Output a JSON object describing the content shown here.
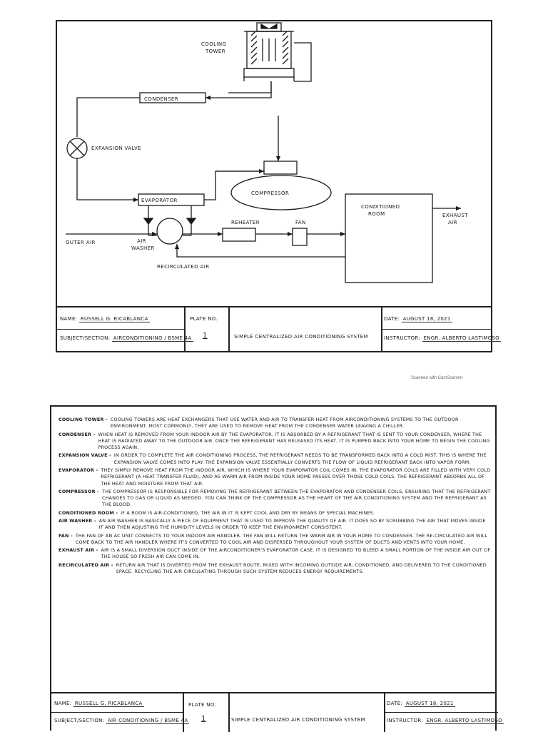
{
  "sheet1": {
    "labels": {
      "cooling_tower_line1": "COOLING",
      "cooling_tower_line2": "TOWER",
      "condenser": "CONDENSER",
      "expansion_valve": "EXPANSION VALVE",
      "evaporator": "EVAPORATOR",
      "compressor": "COMPRESSOR",
      "conditioned_room_line1": "CONDITIONED",
      "conditioned_room_line2": "ROOM",
      "exhaust_air_line1": "EXHAUST",
      "exhaust_air_line2": "AIR",
      "outer_air": "OUTER AIR",
      "air_washer_line1": "AIR",
      "air_washer_line2": "WASHER",
      "reheater": "REHEATER",
      "fan": "FAN",
      "recirculated_air": "RECIRCULATED AIR"
    },
    "title_block": {
      "name_label": "NAME:",
      "name_value": "RUSSELL G. RICABLANCA",
      "subject_label": "SUBJECT/SECTION:",
      "subject_value": "AIRCONDITIONING / BSME 4A",
      "plate_label": "PLATE NO.",
      "plate_value": "1",
      "title": "SIMPLE CENTRALIZED AIR CONDITIONING SYSTEM",
      "date_label": "DATE:",
      "date_value": "AUGUST 18, 2021",
      "instructor_label": "INSTRUCTOR:",
      "instructor_value": "ENGR. ALBERTO LASTIMOSO"
    }
  },
  "scanner_note": "Scanned with CamScanner",
  "sheet2": {
    "definitions": [
      {
        "term": "COOLING TOWER -",
        "text": "COOLING TOWERS ARE HEAT EXCHANGERS THAT USE WATER AND AIR TO TRANSFER HEAT FROM AIRCONDITIONING SYSTEMS TO THE OUTDOOR ENVIRONMENT. MOST COMMONLY, THEY ARE USED TO REMOVE HEAT FROM THE CONDENSER WATER LEAVING A CHILLER."
      },
      {
        "term": "CONDENSER -",
        "text": "WHEN HEAT IS REMOVED FROM YOUR INDOOR AIR BY THE EVAPORATOR, IT IS ABSORBED BY A REFRIGERANT THAT IS SENT TO YOUR CONDENSER, WHERE THE HEAT IS RADIATED AWAY TO THE OUTDOOR AIR. ONCE THE REFRIGERANT HAS RELEASED ITS HEAT, IT IS PUMPED BACK INTO YOUR HOME TO BEGIN THE COOLING PROCESS AGAIN."
      },
      {
        "term": "EXPANSION VALVE -",
        "text": "IN ORDER TO COMPLETE THE AIR CONDITIONING PROCESS, THE REFRIGERANT NEEDS TO BE TRANSFORMED BACK INTO A COLD MIST. THIS IS WHERE THE EXPANSION VALVE COMES INTO PLAY. THE EXPANSION VALVE ESSENTIALLY CONVERTS THE FLOW OF LIQUID REFRIGERANT BACK INTO VAPOR FORM."
      },
      {
        "term": "EVAPORATOR -",
        "text": "THEY SIMPLY REMOVE HEAT FROM THE INDOOR AIR, WHICH IS WHERE YOUR EVAPORATOR COIL COMES IN. THE EVAPORATOR COILS ARE FILLED WITH VERY COLD REFRIGERANT (A HEAT TRANSFER FLUID), AND AS WARM AIR FROM INSIDE YOUR HOME PASSES OVER THOSE COLD COILS, THE REFRIGERANT ABSORBS ALL OF THE HEAT AND MOISTURE FROM THAT AIR."
      },
      {
        "term": "COMPRESSOR -",
        "text": "THE COMPRESSOR IS RESPONSIBLE FOR REMOVING THE REFRIGERANT BETWEEN THE EVAPORATOR AND CONDENSER COILS, ENSURING THAT THE REFRIGERANT CHANGES TO GAS OR LIQUID AS NEEDED. YOU CAN THINK OF THE COMPRESSOR AS THE HEART OF THE AIR CONDITIONING SYSTEM AND THE REFRIGERANT AS THE BLOOD."
      },
      {
        "term": "CONDITIONED ROOM -",
        "text": "IF A ROOM IS AIR-CONDITIONED, THE AIR IN IT IS KEPT COOL AND DRY BY MEANS OF SPECIAL MACHINES."
      },
      {
        "term": "AIR WASHER -",
        "text": "AN AIR WASHER IS BASICALLY A PIECE OF EQUIPMENT THAT IS USED TO IMPROVE THE QUALITY OF AIR. IT DOES SO BY SCRUBBING THE AIR THAT MOVES INSIDE IT AND THEN ADJUSTING THE HUMIDITY LEVELS IN ORDER TO KEEP THE ENVIRONMENT CONSISTENT."
      },
      {
        "term": "FAN -",
        "text": "THE FAN OF AN AC UNIT CONNECTS TO YOUR INDOOR AIR HANDLER. THE FAN WILL RETURN THE WARM AIR IN YOUR HOME TO CONDENSER. THE RE-CIRCULATED AIR WILL COME BACK TO THE AIR HANDLER WHERE IT'S CONVERTED TO COOL AIR AND DISPERSED THROUGHOUT YOUR SYSTEM OF DUCTS AND VENTS INTO YOUR HOME."
      },
      {
        "term": "EXHAUST AIR -",
        "text": "AIR IS A SMALL DIVERSION DUCT INSIDE OF THE AIRCONDITIONER'S EVAPORATOR CASE. IT IS DESIGNED TO BLEED A SMALL PORTION OF THE INSIDE AIR OUT OF THE HOUSE SO FRESH AIR CAN COME IN."
      },
      {
        "term": "RECIRCULATED AIR -",
        "text": "RETURN AIR THAT IS DIVERTED FROM THE EXHAUST ROUTE, MIXED WITH INCOMING OUTSIDE AIR, CONDITIONED, AND DELIVERED TO THE CONDITIONED SPACE. RECYCLING THE AIR CIRCULATING THROUGH SUCH SYSTEM REDUCES ENERGY REQUIREMENTS."
      }
    ],
    "title_block": {
      "name_label": "NAME:",
      "name_value": "RUSSELL G. RICABLANCA",
      "subject_label": "SUBJECT/SECTION:",
      "subject_value": "AIR CONDITIONING / BSME 4A",
      "plate_label": "PLATE NO.",
      "plate_value": "1",
      "title": "SIMPLE CENTRALIZED AIR CONDITIONING SYSTEM",
      "date_label": "DATE:",
      "date_value": "AUGUST 18, 2021",
      "instructor_label": "INSTRUCTOR:",
      "instructor_value": "ENGR. ALBERTO LASTIMOSO"
    }
  }
}
